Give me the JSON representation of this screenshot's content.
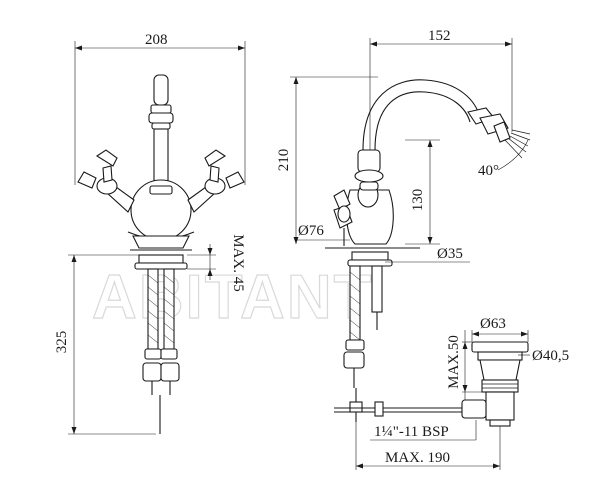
{
  "dimensions": {
    "left_width": "208",
    "left_height": "325",
    "max_45": "MAX. 45",
    "right_width": "152",
    "right_height": "210",
    "spout_130": "130",
    "base_dia": "Ø76",
    "hole_dia": "Ø35",
    "angle": "40°",
    "waste_top_dia": "Ø63",
    "waste_body_dia": "Ø40,5",
    "waste_max50": "MAX.50",
    "thread": "1¼\"-11 BSP",
    "max_190": "MAX. 190"
  },
  "watermark": "ABITANT",
  "colors": {
    "line": "#1a1a1a",
    "watermark": "#d9d9d9",
    "background": "#ffffff"
  }
}
